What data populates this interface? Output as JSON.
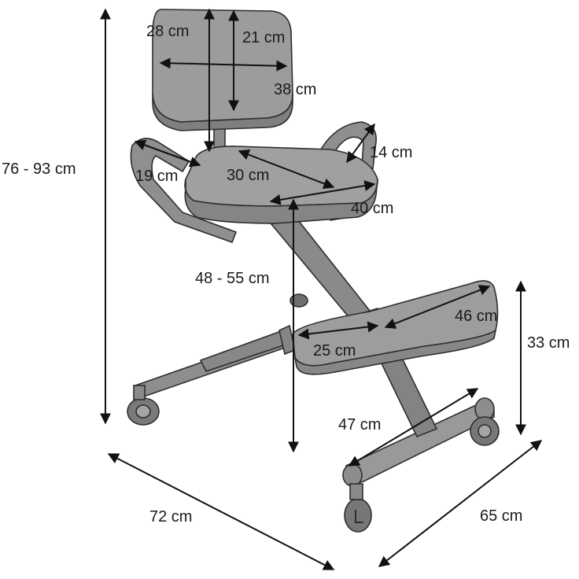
{
  "colors": {
    "chair_fill": "#9b9b9b",
    "chair_light": "#b3b3b3",
    "chair_dark": "#6f6f6f",
    "outline": "#2e2e2e",
    "arrow": "#111111"
  },
  "dimensions": {
    "backrest_height": "28 cm",
    "backrest_inner_height": "21 cm",
    "backrest_width": "38 cm",
    "total_height": "76 - 93 cm",
    "armrest_length": "19 cm",
    "armrest_height": "14 cm",
    "seat_depth": "30 cm",
    "seat_width": "40 cm",
    "seat_height": "48 - 55 cm",
    "knee_pad_width": "46 cm",
    "knee_pad_depth": "25 cm",
    "knee_pad_height": "33 cm",
    "base_front_width": "47 cm",
    "base_length": "72 cm",
    "base_width": "65 cm"
  }
}
